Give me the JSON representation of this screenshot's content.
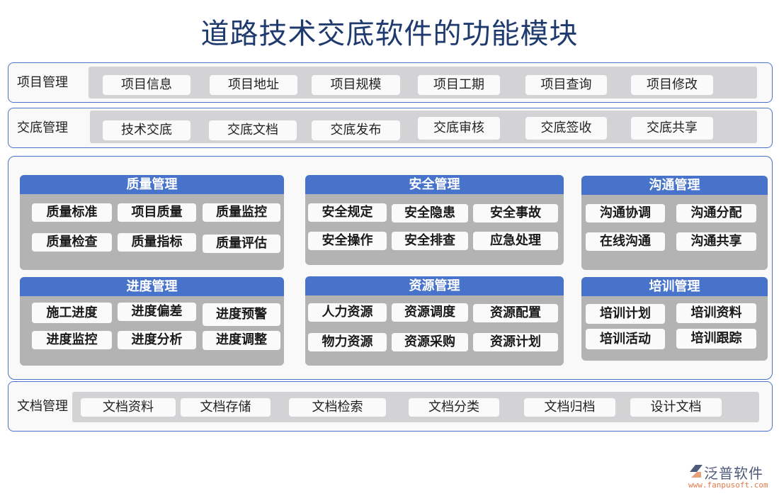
{
  "title": "道路技术交底软件的功能模块",
  "rows": {
    "project": {
      "label": "项目管理",
      "items": [
        "项目信息",
        "项目地址",
        "项目规模",
        "项目工期",
        "项目查询",
        "项目修改"
      ]
    },
    "handover": {
      "label": "交底管理",
      "items": [
        "技术交底",
        "交底文档",
        "交底发布",
        "交底审核",
        "交底签收",
        "交底共享"
      ]
    },
    "document": {
      "label": "文档管理",
      "items": [
        "文档资料",
        "文档存储",
        "文档检索",
        "文档分类",
        "文档归档",
        "设计文档"
      ]
    }
  },
  "modules": {
    "quality": {
      "title": "质量管理",
      "items": [
        "质量标准",
        "项目质量",
        "质量监控",
        "质量检查",
        "质量指标",
        "质量评估"
      ]
    },
    "safety": {
      "title": "安全管理",
      "items": [
        "安全规定",
        "安全隐患",
        "安全事故",
        "安全操作",
        "安全排查",
        "应急处理"
      ]
    },
    "communication": {
      "title": "沟通管理",
      "items": [
        "沟通协调",
        "沟通分配",
        "在线沟通",
        "沟通共享"
      ]
    },
    "progress": {
      "title": "进度管理",
      "items": [
        "施工进度",
        "进度偏差",
        "进度预警",
        "进度监控",
        "进度分析",
        "进度调整"
      ]
    },
    "resource": {
      "title": "资源管理",
      "items": [
        "人力资源",
        "资源调度",
        "资源配置",
        "物力资源",
        "资源采购",
        "资源计划"
      ]
    },
    "training": {
      "title": "培训管理",
      "items": [
        "培训计划",
        "培训资料",
        "培训活动",
        "培训跟踪"
      ]
    }
  },
  "logo": {
    "name": "泛普软件",
    "url": "www.fanpusoft.com"
  },
  "colors": {
    "accent": "#4774ca",
    "border": "#4a74c9",
    "title": "#1f3a6e",
    "track": "#d3d3d5",
    "module_bg": "#b3b3b3"
  }
}
